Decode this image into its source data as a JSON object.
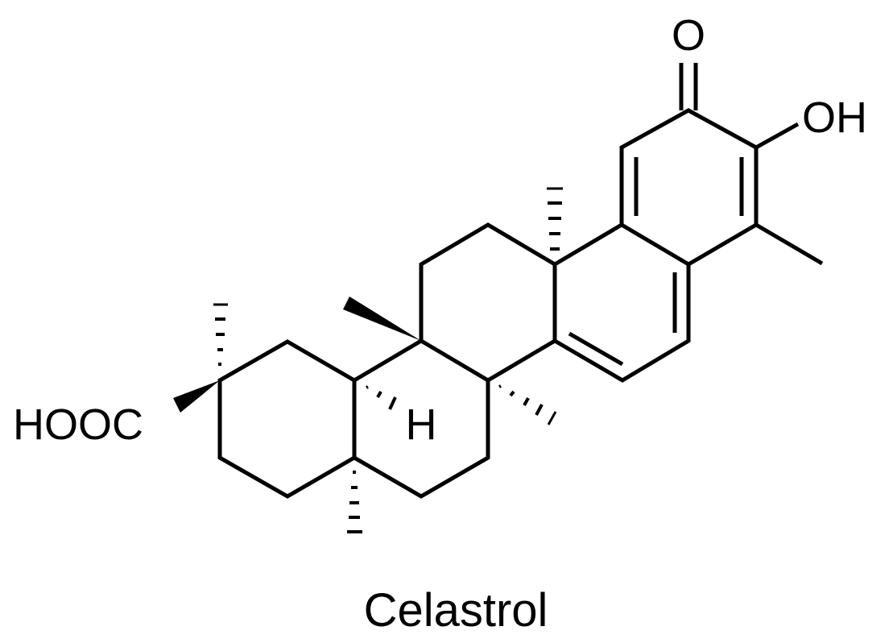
{
  "figure": {
    "title": "Celastrol",
    "type": "chemical-structure",
    "colors": {
      "bond": "#000000",
      "background": "#ffffff"
    }
  },
  "atoms": {
    "ketone_oxygen": "O",
    "hydroxyl": "OH",
    "carboxylic_acid": "HOOC",
    "hydrogen": "H"
  },
  "caption": "Celastrol"
}
